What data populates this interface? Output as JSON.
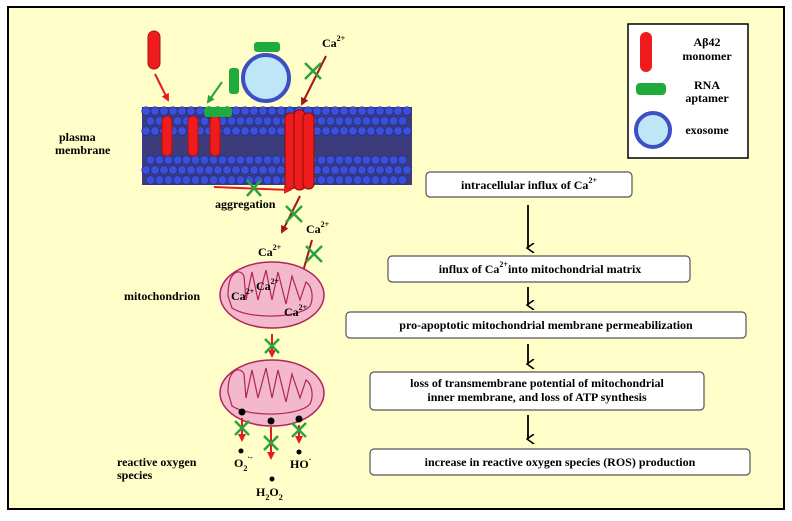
{
  "colors": {
    "background": "#fffec8",
    "abeta": "#ee1c1c",
    "aptamer": "#1faa3c",
    "exosome_fill": "#bfe6f7",
    "exosome_ring": "#3d4fc4",
    "lipid_head": "#3b4fd8",
    "mito_fill": "#f4b8cc",
    "mito_stroke": "#b0245a",
    "arrow_red": "#e41d1d",
    "arrow_darkred": "#a3161b",
    "cross_green": "#2aa33f"
  },
  "legend": {
    "abeta_label": "Aβ42",
    "abeta_label2": "monomer",
    "aptamer_label": "RNA",
    "aptamer_label2": "aptamer",
    "exosome_label": "exosome"
  },
  "labels": {
    "plasma_membrane_1": "plasma",
    "plasma_membrane_2": "membrane",
    "aggregation": "aggregation",
    "mitochondrion": "mitochondrion",
    "ros_1": "reactive oxygen",
    "ros_2": "species",
    "ca": "Ca",
    "ca_charge": "2+",
    "o2": "O",
    "o2_sub": "2",
    "o2_sup": "·-",
    "ho": "HO",
    "ho_sup": "·",
    "h2o2_h": "H",
    "h2o2_2a": "2",
    "h2o2_o": "O",
    "h2o2_2b": "2"
  },
  "flow": {
    "step1_a": "intracellular influx of Ca",
    "step1_sup": "2+",
    "step2_a": "influx of Ca",
    "step2_sup": "2+",
    "step2_b": "into mitochondrial matrix",
    "step3": "pro-apoptotic mitochondrial membrane permeabilization",
    "step4_line1": "loss of transmembrane potential of mitochondrial",
    "step4_line2": "inner membrane, and loss of ATP synthesis",
    "step5": "increase in reactive oxygen species (ROS) production"
  }
}
